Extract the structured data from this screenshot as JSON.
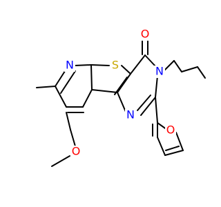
{
  "molecule": {
    "atoms": {
      "N_pyridine": {
        "label": "N",
        "color": "#0000ff"
      },
      "S_thiophene": {
        "label": "S",
        "color": "#c8a800"
      },
      "O_carbonyl": {
        "label": "O",
        "color": "#ff0000"
      },
      "N_ring_top": {
        "label": "N",
        "color": "#0000ff"
      },
      "N_ring_bottom": {
        "label": "N",
        "color": "#0000ff"
      },
      "O_furan": {
        "label": "O",
        "color": "#ff0000"
      },
      "O_methoxy": {
        "label": "O",
        "color": "#ff0000"
      }
    }
  }
}
